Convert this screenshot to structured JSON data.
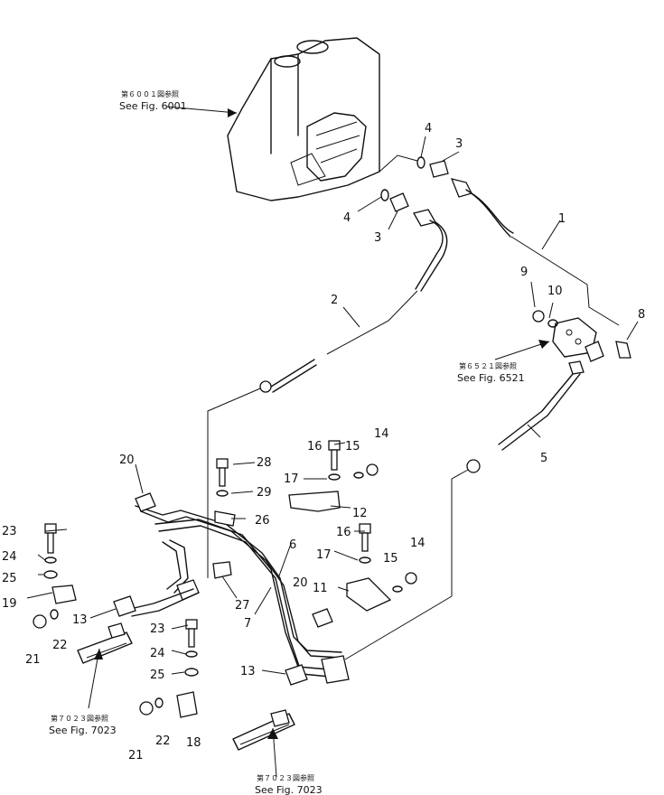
{
  "references": {
    "valve": {
      "jp": "第６００１図参照",
      "en": "See Fig. 6001"
    },
    "block": {
      "jp": "第６５２１図参照",
      "en": "See Fig. 6521"
    },
    "left_cyl": {
      "jp": "第７０２３図参照",
      "en": "See Fig. 7023"
    },
    "right_cyl": {
      "jp": "第７０２３図参照",
      "en": "See Fig. 7023"
    }
  },
  "part_numbers": {
    "p1": "1",
    "p2": "2",
    "p3a": "3",
    "p3b": "3",
    "p4a": "4",
    "p4b": "4",
    "p5": "5",
    "p6": "6",
    "p7": "7",
    "p8": "8",
    "p9": "9",
    "p10": "10",
    "p11": "11",
    "p12": "12",
    "p13a": "13",
    "p13b": "13",
    "p14a": "14",
    "p14b": "14",
    "p15a": "15",
    "p15b": "15",
    "p16a": "16",
    "p16b": "16",
    "p17a": "17",
    "p17b": "17",
    "p18": "18",
    "p19": "19",
    "p20a": "20",
    "p20b": "20",
    "p21a": "21",
    "p21b": "21",
    "p22a": "22",
    "p22b": "22",
    "p23a": "23",
    "p23b": "23",
    "p24a": "24",
    "p24b": "24",
    "p25a": "25",
    "p25b": "25",
    "p26": "26",
    "p27": "27",
    "p28": "28",
    "p29": "29"
  }
}
